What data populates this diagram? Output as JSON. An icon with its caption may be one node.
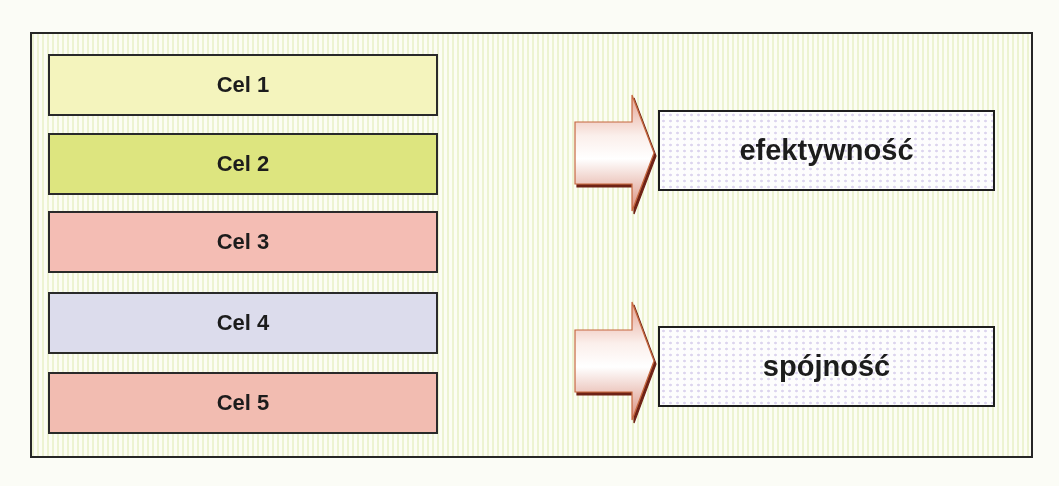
{
  "diagram": {
    "nodes": [
      {
        "text": [],
        "shape": "box"
      },
      {
        "text": [
          "Cel 1"
        ],
        "in": 0
      },
      {
        "text": [
          "Cel 2"
        ],
        "in": 0
      },
      {
        "text": [
          "Cel 3"
        ],
        "in": 0
      },
      {
        "text": [
          "Cel 4"
        ],
        "in": 0
      },
      {
        "text": [
          "Cel 5"
        ],
        "in": 0
      },
      {
        "text": [
          "efektywność"
        ],
        "in": 0
      },
      {
        "text": [
          "spójność"
        ],
        "in": 0
      }
    ],
    "edges": [
      {
        "from": null,
        "to": 6,
        "arrow": "to"
      },
      {
        "from": null,
        "to": 7,
        "arrow": "to"
      }
    ]
  }
}
